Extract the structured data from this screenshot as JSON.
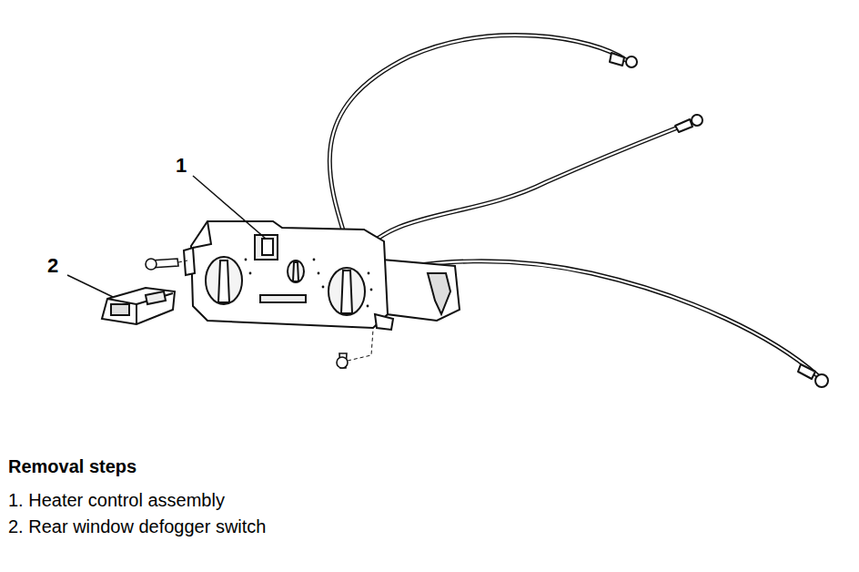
{
  "diagram": {
    "labels": [
      "1",
      "2",
      "Removal steps",
      "1. Heater control assembly",
      "2. Rear window defogger switch"
    ]
  }
}
